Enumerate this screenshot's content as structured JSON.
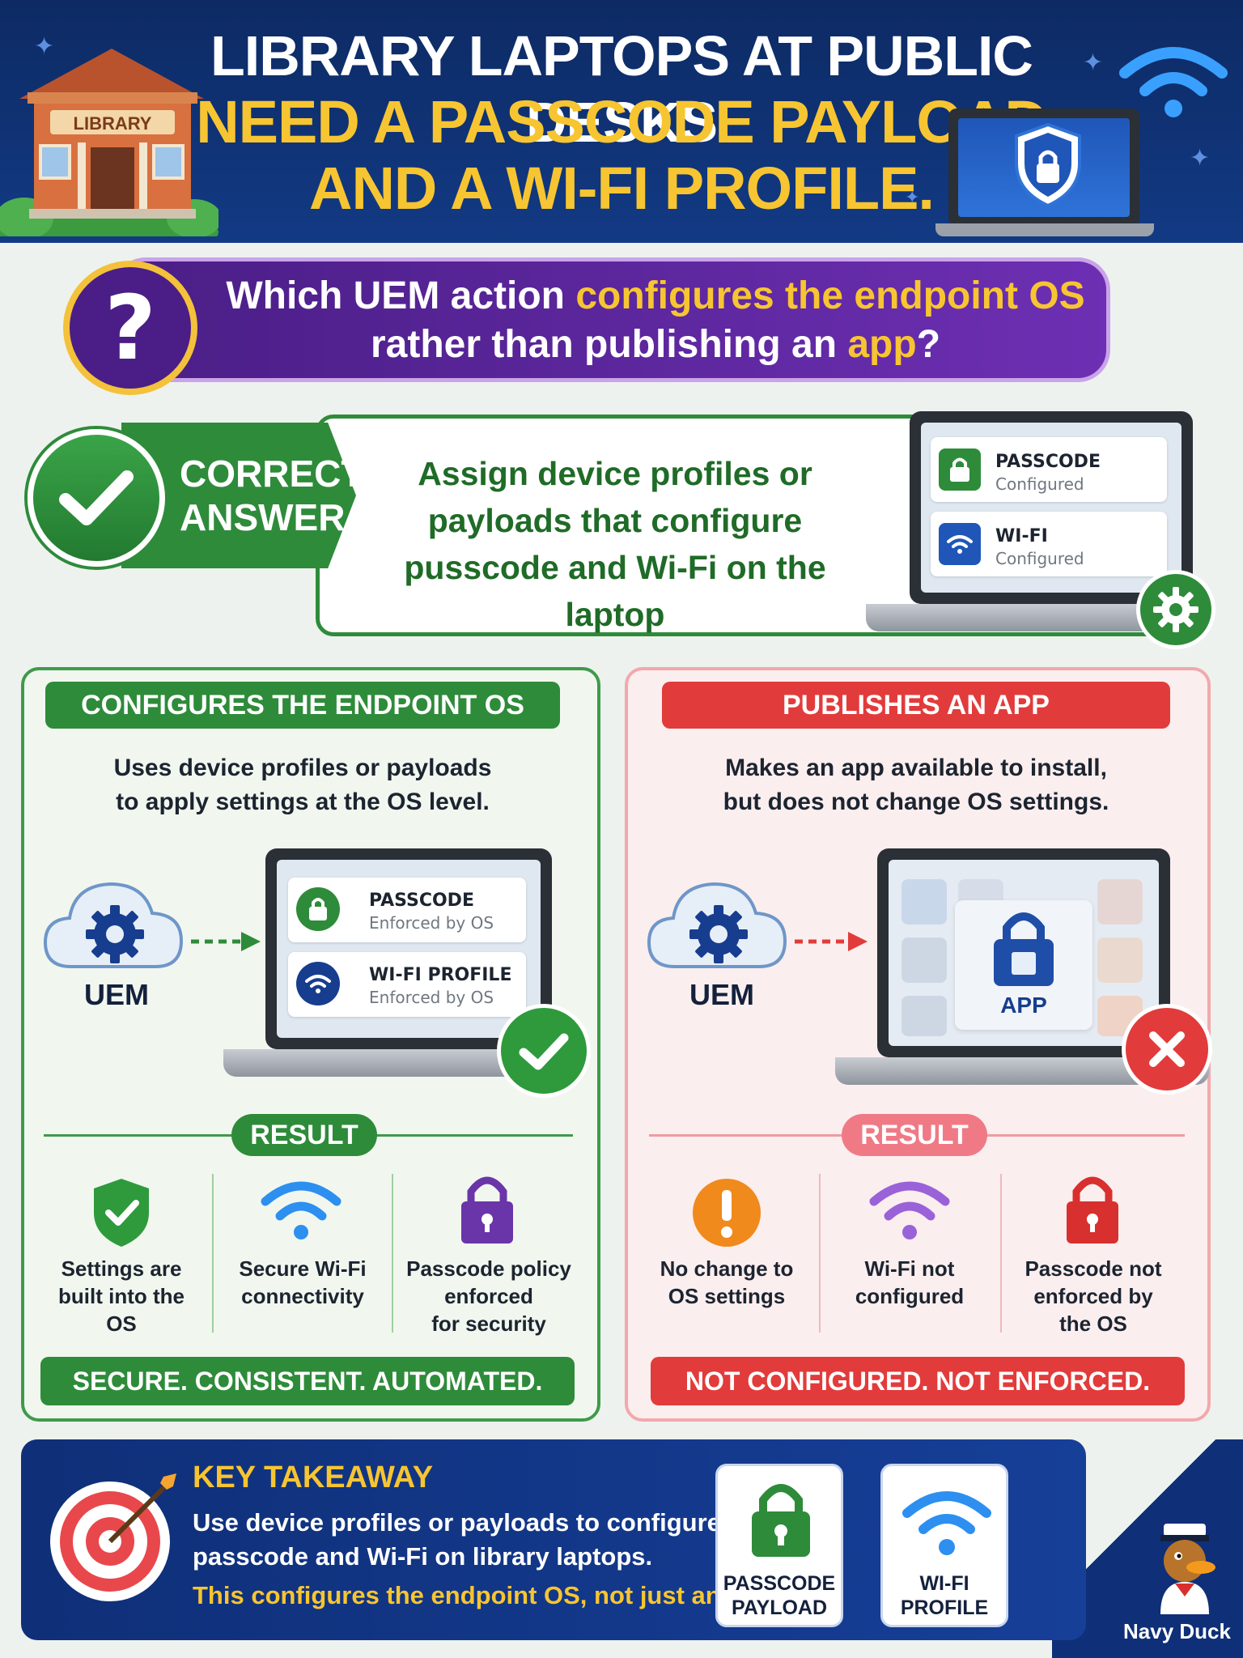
{
  "header": {
    "title_line1": "LIBRARY LAPTOPS AT PUBLIC DESKS",
    "title_line2": "NEED A PASSCODE PAYLOAD",
    "title_line3": "AND A WI-FI PROFILE.",
    "library_sign": "LIBRARY"
  },
  "question": {
    "mark": "?",
    "line1_part1": "Which UEM action ",
    "line1_highlight": "configures the endpoint OS",
    "line2_part1": "rather than publishing an ",
    "line2_highlight": "app",
    "line2_end": "?"
  },
  "answer": {
    "label_line1": "CORRECT",
    "label_line2": "ANSWER",
    "text": "Assign device profiles or payloads that configure pusscode and Wi-Fi on the laptop",
    "cards": [
      {
        "title": "PASSCODE",
        "status": "Configured"
      },
      {
        "title": "WI-FI",
        "status": "Configured"
      }
    ]
  },
  "left_panel": {
    "heading": "CONFIGURES THE ENDPOINT OS",
    "desc_line1": "Uses device profiles or payloads",
    "desc_line2": "to apply settings at the OS level.",
    "uem_label": "UEM",
    "cards": [
      {
        "title": "PASSCODE",
        "status": "Enforced by OS"
      },
      {
        "title": "WI-FI PROFILE",
        "status": "Enforced by OS"
      }
    ],
    "result_label": "RESULT",
    "results": [
      {
        "line1": "Settings are",
        "line2": "built into the OS",
        "line3": ""
      },
      {
        "line1": "Secure Wi-Fi",
        "line2": "connectivity",
        "line3": ""
      },
      {
        "line1": "Passcode policy",
        "line2": "enforced",
        "line3": "for security"
      }
    ],
    "footer": "SECURE. CONSISTENT. AUTOMATED."
  },
  "right_panel": {
    "heading": "PUBLISHES AN APP",
    "desc_line1": "Makes an app available to install,",
    "desc_line2": "but does not change OS settings.",
    "uem_label": "UEM",
    "app_label": "APP",
    "result_label": "RESULT",
    "results": [
      {
        "line1": "No change to",
        "line2": "OS settings",
        "line3": ""
      },
      {
        "line1": "Wi-Fi not",
        "line2": "configured",
        "line3": ""
      },
      {
        "line1": "Passcode not",
        "line2": "enforced by",
        "line3": "the OS"
      }
    ],
    "footer": "NOT CONFIGURED. NOT ENFORCED."
  },
  "takeaway": {
    "heading": "KEY TAKEAWAY",
    "line1": "Use device profiles or payloads to configure",
    "line2": "passcode and Wi-Fi on library laptops.",
    "line3": "This configures the endpoint OS, not just an app.",
    "tile1_line1": "PASSCODE",
    "tile1_line2": "PAYLOAD",
    "tile2_line1": "WI-FI",
    "tile2_line2": "PROFILE"
  },
  "branding": {
    "name": "Navy Duck"
  },
  "colors": {
    "navy": "#0f2f78",
    "gold": "#f7c531",
    "green": "#2e8b3a",
    "red": "#e23b3b",
    "purple": "#5b2a9a"
  },
  "icons": [
    "library-building-icon",
    "wifi-icon",
    "shield-lock-icon",
    "question-icon",
    "checkmark-icon",
    "lock-icon",
    "gear-icon",
    "cloud-gear-icon",
    "arrow-right-icon",
    "x-icon",
    "warning-icon",
    "target-icon"
  ]
}
